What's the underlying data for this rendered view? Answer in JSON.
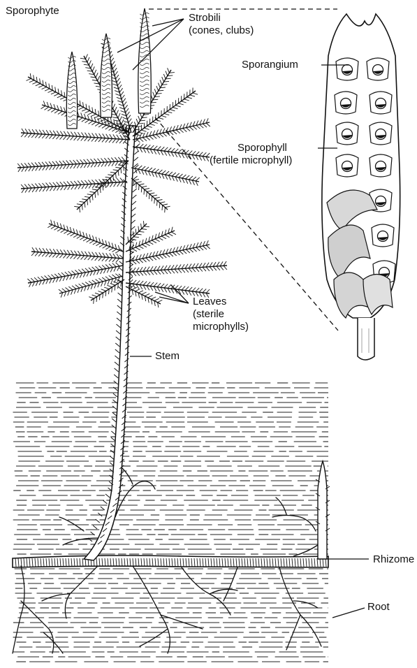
{
  "title": "Sporophyte",
  "labels": {
    "strobili": [
      "Strobili",
      "(cones, clubs)"
    ],
    "sporangium": "Sporangium",
    "sporophyll": [
      "Sporophyll",
      "(fertile microphyll)"
    ],
    "leaves": [
      "Leaves",
      "(sterile",
      "microphylls)"
    ],
    "stem": "Stem",
    "rhizome": "Rhizome",
    "root": "Root"
  },
  "colors": {
    "ink": "#111111",
    "background": "#ffffff"
  }
}
